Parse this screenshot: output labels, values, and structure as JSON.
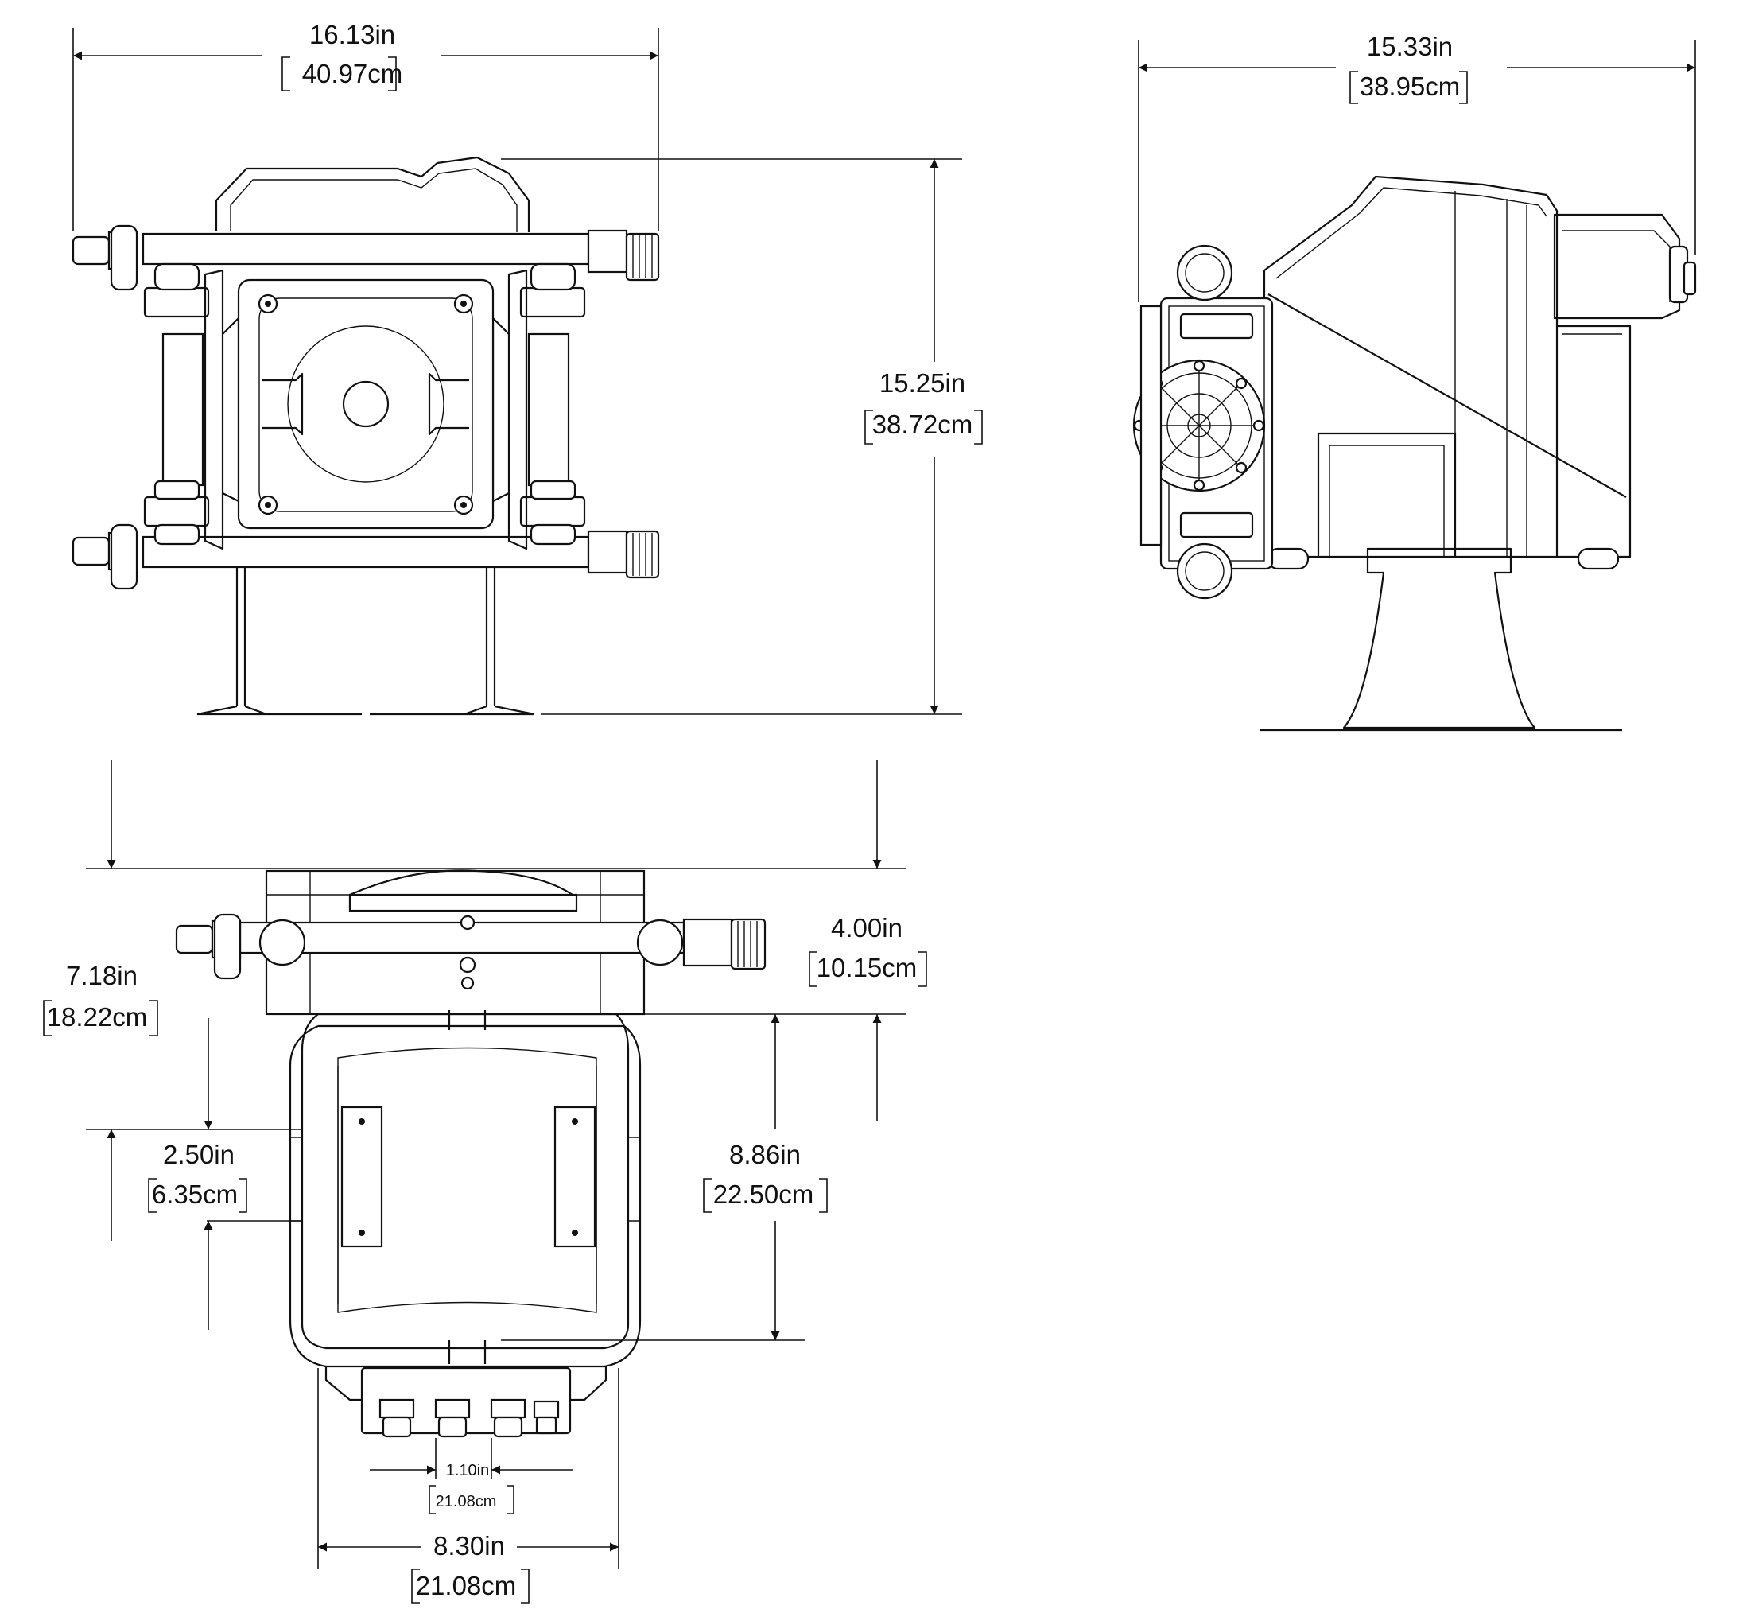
{
  "views": {
    "front": {
      "width": {
        "in": "16.13in",
        "cm": "40.97cm"
      },
      "height": {
        "in": "15.25in",
        "cm": "38.72cm"
      }
    },
    "side": {
      "width": {
        "in": "15.33in",
        "cm": "38.95cm"
      }
    },
    "top": {
      "overall_depth": {
        "in": "7.18in",
        "cm": "18.22cm"
      },
      "inlet_offset": {
        "in": "4.00in",
        "cm": "10.15cm"
      },
      "mount_spacing": {
        "in": "2.50in",
        "cm": "6.35cm"
      },
      "mount_height": {
        "in": "8.86in",
        "cm": "22.50cm"
      },
      "connector_spacing": {
        "in": "1.10in",
        "cm": "21.08cm"
      },
      "base_width": {
        "in": "8.30in",
        "cm": "21.08cm"
      }
    }
  },
  "colors": {
    "line": "#111111",
    "background": "#ffffff"
  }
}
